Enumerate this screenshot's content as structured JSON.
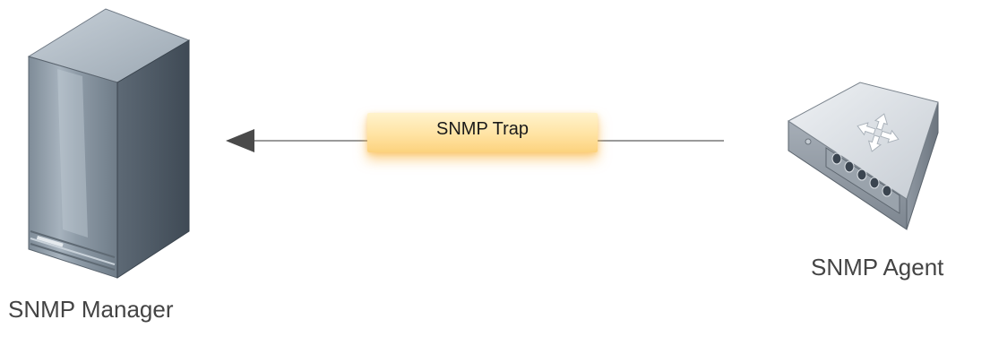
{
  "diagram": {
    "nodes": [
      {
        "id": "manager",
        "label": "SNMP Manager",
        "icon": "server-tower-icon"
      },
      {
        "id": "agent",
        "label": "SNMP Agent",
        "icon": "network-switch-icon"
      }
    ],
    "edges": [
      {
        "from": "agent",
        "to": "manager",
        "label": "SNMP Trap"
      }
    ],
    "colors": {
      "arrow": "#9a9a9a",
      "arrowhead": "#4a4a4a",
      "trap_highlight": "#fcd27d",
      "label_text": "#444444"
    }
  }
}
